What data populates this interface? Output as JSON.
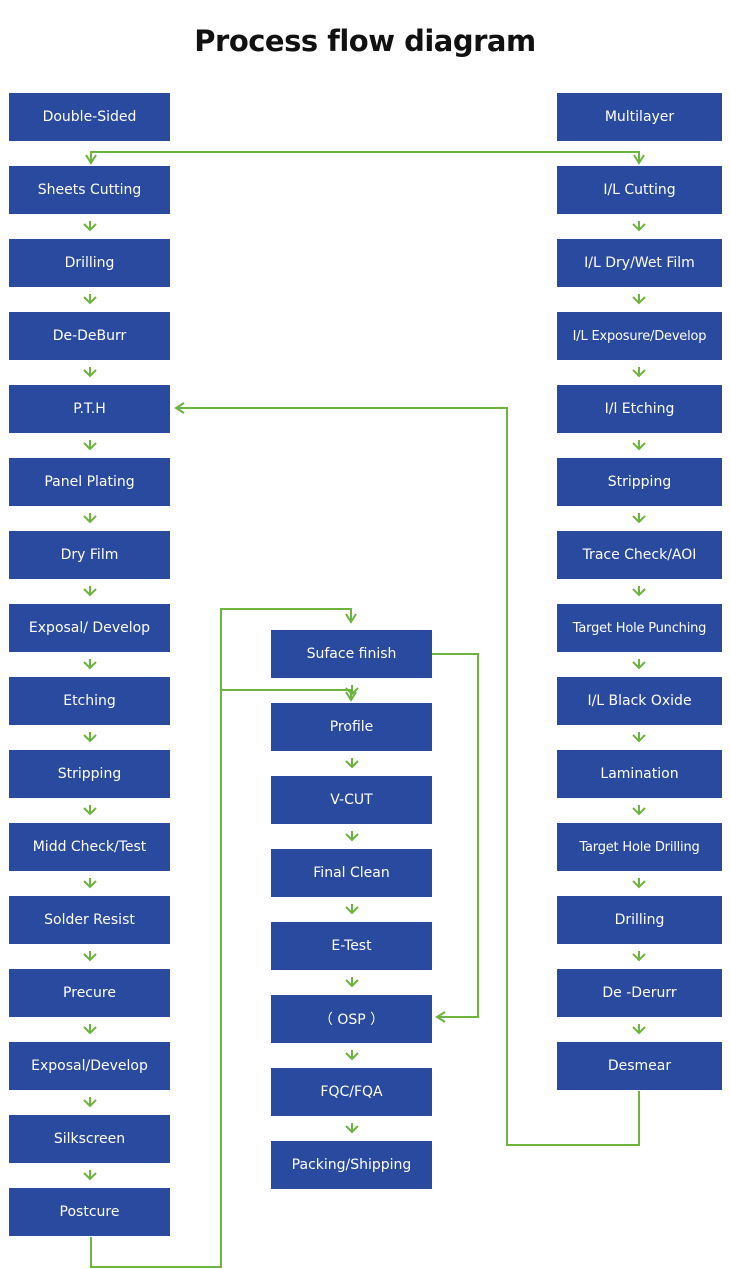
{
  "title": "Process flow diagram",
  "colors": {
    "box": "#2a4aa0",
    "text": "#ffffff",
    "connector": "#6cb33f"
  },
  "columns": {
    "left": [
      "Double-Sided",
      "Sheets Cutting",
      "Drilling",
      "De-DeBurr",
      "P.T.H",
      "Panel Plating",
      "Dry Film",
      "Exposal/ Develop",
      "Etching",
      "Stripping",
      "Midd Check/Test",
      "Solder Resist",
      "Precure",
      "Exposal/Develop",
      "Silkscreen",
      "Postcure"
    ],
    "middle": [
      "Suface finish",
      "Profile",
      "V-CUT",
      "Final Clean",
      "E-Test",
      "（ OSP ）",
      "FQC/FQA",
      "Packing/Shipping"
    ],
    "right": [
      "Multilayer",
      "I/L Cutting",
      "I/L Dry/Wet Film",
      "I/L Exposure/Develop",
      "I/l Etching",
      "Stripping",
      "Trace Check/AOI",
      "Target Hole Punching",
      "I/L Black Oxide",
      "Lamination",
      "Target Hole Drilling",
      "Drilling",
      "De -Derurr",
      "Desmear"
    ]
  }
}
